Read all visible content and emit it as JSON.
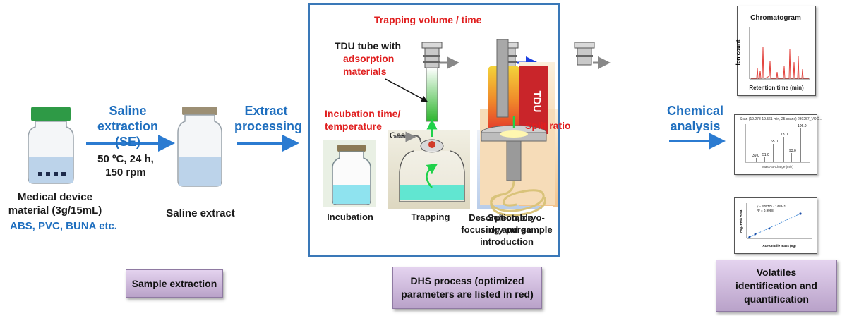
{
  "left": {
    "step1_line1": "Saline",
    "step1_line2": "extraction (SE)",
    "conditions": [
      "50 ºC, 24 h,",
      "150 rpm"
    ],
    "device_label": [
      "Medical device",
      "material (3g/15mL)"
    ],
    "materials": "ABS, PVC, BUNA etc.",
    "extract_label": "Saline extract",
    "step2_line1": "Extract",
    "step2_line2": "processing"
  },
  "dhs": {
    "trapping_param": "Trapping volume / time",
    "tdu_tube_line1": "TDU tube with",
    "tdu_tube_line2": "adsorption",
    "tdu_tube_line3": "materials",
    "incubation_param_line1": "Incubation time/",
    "incubation_param_line2": "temperature",
    "gas_label": "Gas",
    "split_ratio": "Split ratio",
    "tdu_label": "TDU",
    "captions": {
      "incubation": "Incubation",
      "trapping": "Trapping",
      "purge_line1": "Selectable",
      "purge_line2": "dry purge",
      "desorption_line1": "Desorption, cryo-",
      "desorption_line2": "focusing and sample",
      "desorption_line3": "introduction"
    }
  },
  "right": {
    "analysis_line1": "Chemical",
    "analysis_line2": "analysis",
    "chromatogram_title": "Chromatogram",
    "chromatogram_xlabel": "Retention time (min)",
    "chromatogram_ylabel": "Ion count",
    "ms_peaks": [
      "39.0",
      "51.0",
      "65.0",
      "78.0",
      "93.0",
      "106.0"
    ],
    "ms_header": "Scan (19.278-19.561 min, 25 scans) 230257_VOC...",
    "ms_xlabel": "Mass-to-Charge (m/z)",
    "cal_equation": "y = 40577x - 148841",
    "cal_r2": "R² = 0.9998",
    "cal_xlabel": "Acetonitrile mass (ng)",
    "cal_ylabel": "Avg. Peak Area"
  },
  "stages": {
    "sample_extraction": "Sample extraction",
    "dhs_line1": "DHS process (optimized",
    "dhs_line2": "parameters are listed in red)",
    "volatiles_line1": "Volatiles",
    "volatiles_line2": "identification  and",
    "volatiles_line3": "quantification"
  },
  "colors": {
    "blue_text": "#1f6fbf",
    "red_text": "#e02020",
    "frame": "#3a78b8",
    "stage_box": "#cdb8dd"
  }
}
